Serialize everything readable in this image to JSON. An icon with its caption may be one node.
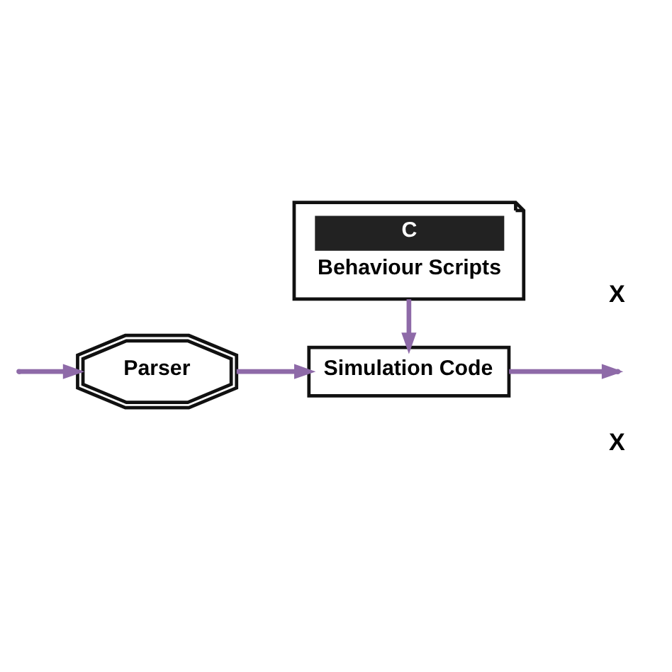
{
  "diagram": {
    "nodes": [
      {
        "text": [
          "Parser"
        ]
      },
      {
        "text": [
          "C",
          "Behaviour Scripts"
        ]
      },
      {
        "text": [
          "Simulation Code"
        ]
      }
    ],
    "edges": [
      {
        "from": null,
        "to": 0,
        "arrow": "to"
      },
      {
        "from": 0,
        "to": 2,
        "arrow": "to"
      },
      {
        "from": 1,
        "to": 2,
        "arrow": "to"
      },
      {
        "from": 2,
        "to": null,
        "arrow": "to"
      }
    ],
    "labels": [
      "X",
      "X"
    ]
  }
}
